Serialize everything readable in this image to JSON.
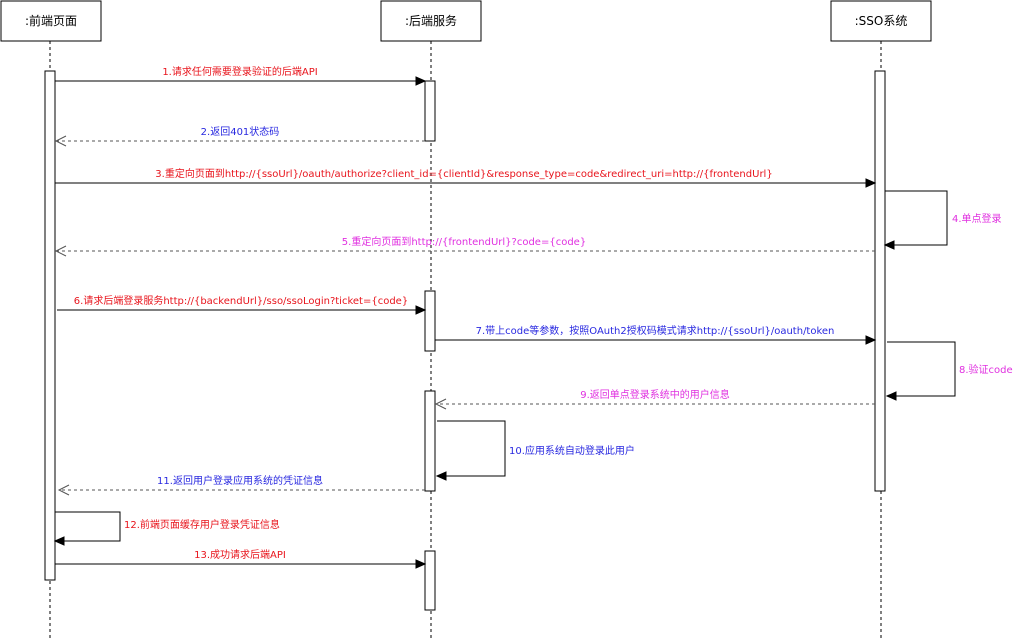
{
  "colors": {
    "red": "#e8141c",
    "blue": "#2828e0",
    "magenta": "#e030e0",
    "line": "#000000",
    "dashed": "#555555"
  },
  "participants": [
    {
      "id": "fe",
      "label": ":前端页面"
    },
    {
      "id": "be",
      "label": ":后端服务"
    },
    {
      "id": "sso",
      "label": ":SSO系统"
    }
  ],
  "messages": [
    {
      "label": "1.请求任何需要登录验证的后端API",
      "color": "red"
    },
    {
      "label": "2.返回401状态码",
      "color": "blue"
    },
    {
      "label": "3.重定向页面到http://{ssoUrl}/oauth/authorize?client_id={clientId}&response_type=code&redirect_uri=http://{frontendUrl}",
      "color": "red"
    },
    {
      "label": "4.单点登录",
      "color": "magenta"
    },
    {
      "label": "5.重定向页面到http://{frontendUrl}?code={code}",
      "color": "magenta"
    },
    {
      "label": "6.请求后端登录服务http://{backendUrl}/sso/ssoLogin?ticket={code}",
      "color": "red"
    },
    {
      "label": "7.带上code等参数，按照OAuth2授权码模式请求http://{ssoUrl}/oauth/token",
      "color": "blue"
    },
    {
      "label": "8.验证code",
      "color": "magenta"
    },
    {
      "label": "9.返回单点登录系统中的用户信息",
      "color": "magenta"
    },
    {
      "label": "10.应用系统自动登录此用户",
      "color": "blue"
    },
    {
      "label": "11.返回用户登录应用系统的凭证信息",
      "color": "blue"
    },
    {
      "label": "12.前端页面缓存用户登录凭证信息",
      "color": "red"
    },
    {
      "label": "13.成功请求后端API",
      "color": "red"
    }
  ]
}
